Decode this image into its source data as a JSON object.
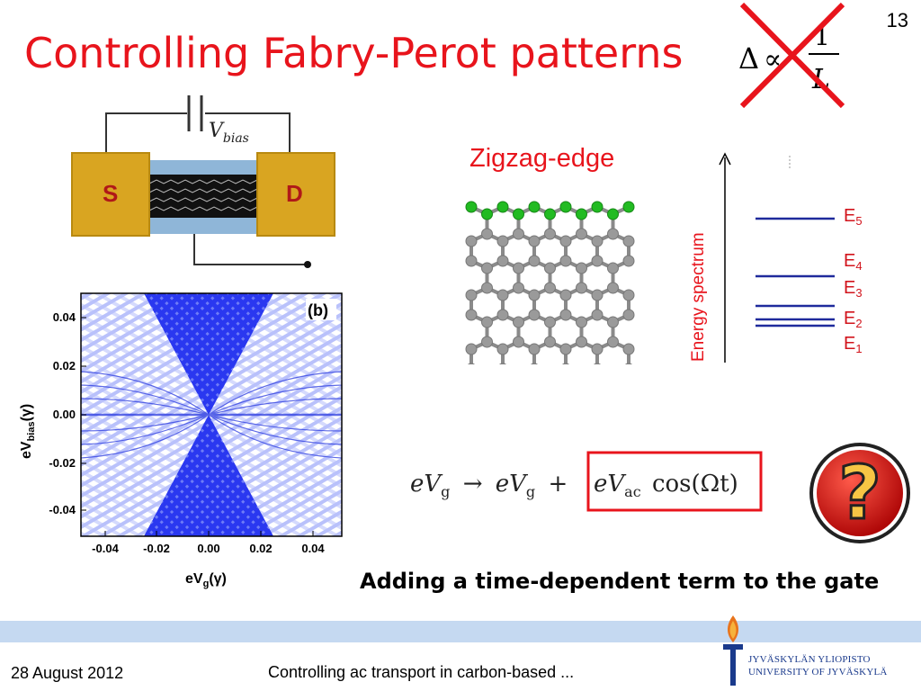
{
  "slide": {
    "title": "Controlling Fabry-Perot patterns",
    "number": "13"
  },
  "formula_top": {
    "lhs": "Δ",
    "relation": "∝",
    "numerator": "1",
    "denominator": "L",
    "crossed_out": true
  },
  "device": {
    "source_label": "S",
    "drain_label": "D",
    "bias_label": "V",
    "bias_subscript": "bias"
  },
  "plot": {
    "panel_label": "(b)",
    "y_ticks": [
      "0.04",
      "0.02",
      "0.00",
      "-0.02",
      "-0.04"
    ],
    "x_ticks": [
      "-0.04",
      "-0.02",
      "0.00",
      "0.02",
      "0.04"
    ],
    "y_label": "eV",
    "y_label_sub": "bias",
    "y_label_unit": "(γ)",
    "x_label": "eV",
    "x_label_sub": "g",
    "x_label_unit": "(γ)"
  },
  "lattice": {
    "title": "Zigzag-edge"
  },
  "spectrum": {
    "axis_label": "Energy spectrum",
    "levels": [
      {
        "name": "E",
        "sub": "5"
      },
      {
        "name": "E",
        "sub": "4"
      },
      {
        "name": "E",
        "sub": "3"
      },
      {
        "name": "E",
        "sub": "2"
      },
      {
        "name": "E",
        "sub": "1"
      }
    ]
  },
  "equation": {
    "left": "eV",
    "left_sub": "g",
    "arrow": "→",
    "right": "eV",
    "right_sub": "g",
    "plus": "+",
    "boxed": "eV",
    "boxed_sub": "ac",
    "boxed_tail": "cos(Ωt)"
  },
  "question_badge": {
    "symbol": "?"
  },
  "caption": "Adding a time-dependent term to the gate",
  "footer": {
    "date": "28 August 2012",
    "title": "Controlling ac transport in carbon-based  ...",
    "university_fi": "JYVÄSKYLÄN YLIOPISTO",
    "university_en": "UNIVERSITY OF JYVÄSKYLÄ"
  },
  "colors": {
    "title_red": "#e8141c",
    "level_blue": "#1f2a9c",
    "plot_blue": "#2233ee",
    "footer_band": "#c5d9f1",
    "electrode_gold": "#d9a521",
    "edge_green": "#22bb22"
  }
}
